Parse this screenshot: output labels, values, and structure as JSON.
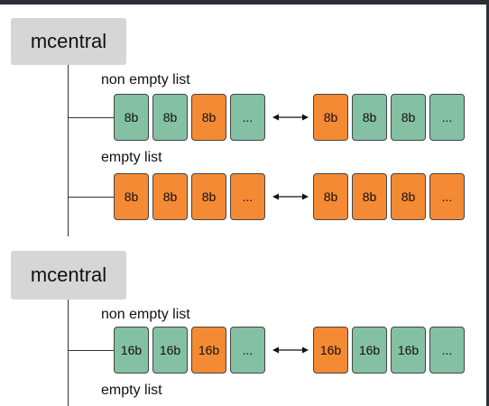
{
  "colors": {
    "teal": "#84c0a3",
    "orange": "#f58a34",
    "box_gray": "#d6d6d6"
  },
  "groups": [
    {
      "title": "mcentral",
      "lists": [
        {
          "label": "non empty list",
          "left_cells": [
            {
              "text": "8b",
              "color": "teal"
            },
            {
              "text": "8b",
              "color": "teal"
            },
            {
              "text": "8b",
              "color": "orange"
            },
            {
              "text": "...",
              "color": "teal"
            }
          ],
          "right_cells": [
            {
              "text": "8b",
              "color": "orange"
            },
            {
              "text": "8b",
              "color": "teal"
            },
            {
              "text": "8b",
              "color": "teal"
            },
            {
              "text": "...",
              "color": "teal"
            }
          ]
        },
        {
          "label": "empty list",
          "left_cells": [
            {
              "text": "8b",
              "color": "orange"
            },
            {
              "text": "8b",
              "color": "orange"
            },
            {
              "text": "8b",
              "color": "orange"
            },
            {
              "text": "...",
              "color": "orange"
            }
          ],
          "right_cells": [
            {
              "text": "8b",
              "color": "orange"
            },
            {
              "text": "8b",
              "color": "orange"
            },
            {
              "text": "8b",
              "color": "orange"
            },
            {
              "text": "...",
              "color": "orange"
            }
          ]
        }
      ]
    },
    {
      "title": "mcentral",
      "lists": [
        {
          "label": "non empty list",
          "left_cells": [
            {
              "text": "16b",
              "color": "teal"
            },
            {
              "text": "16b",
              "color": "teal"
            },
            {
              "text": "16b",
              "color": "orange"
            },
            {
              "text": "...",
              "color": "teal"
            }
          ],
          "right_cells": [
            {
              "text": "16b",
              "color": "orange"
            },
            {
              "text": "16b",
              "color": "teal"
            },
            {
              "text": "16b",
              "color": "teal"
            },
            {
              "text": "...",
              "color": "teal"
            }
          ]
        },
        {
          "label": "empty list"
        }
      ]
    }
  ]
}
